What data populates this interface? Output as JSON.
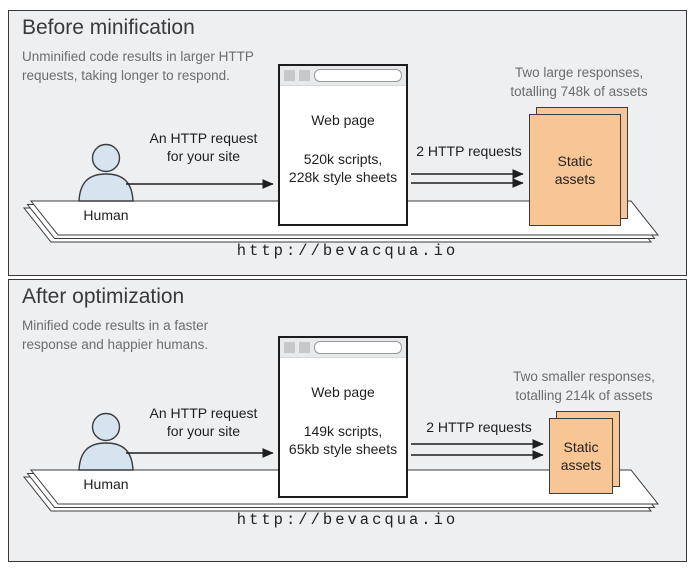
{
  "colors": {
    "panel_background": "#edeff1",
    "asset_sheet_fill": "#f8c694",
    "human_fill": "#d5e4ef",
    "muted_text": "#6c6d6f",
    "dark_text": "#1f1f20"
  },
  "panels": [
    {
      "title": "Before minification",
      "subtitle": "Unminified code results in larger HTTP\nrequests, taking longer to respond.",
      "request_label": "An HTTP request\nfor your site",
      "human_label": "Human",
      "webpage": {
        "title": "Web page",
        "payload": "520k scripts,\n228k style sheets"
      },
      "requests_label": "2 HTTP requests",
      "response_note": "Two large responses,\ntotalling 748k of assets",
      "assets_label": "Static\nassets",
      "url": "http://bevacqua.io"
    },
    {
      "title": "After optimization",
      "subtitle": "Minified code results in a faster\nresponse and happier humans.",
      "request_label": "An HTTP request\nfor your site",
      "human_label": "Human",
      "webpage": {
        "title": "Web page",
        "payload": "149k scripts,\n65kb style sheets"
      },
      "requests_label": "2 HTTP requests",
      "response_note": "Two smaller responses,\ntotalling 214k of assets",
      "assets_label": "Static\nassets",
      "url": "http://bevacqua.io"
    }
  ]
}
